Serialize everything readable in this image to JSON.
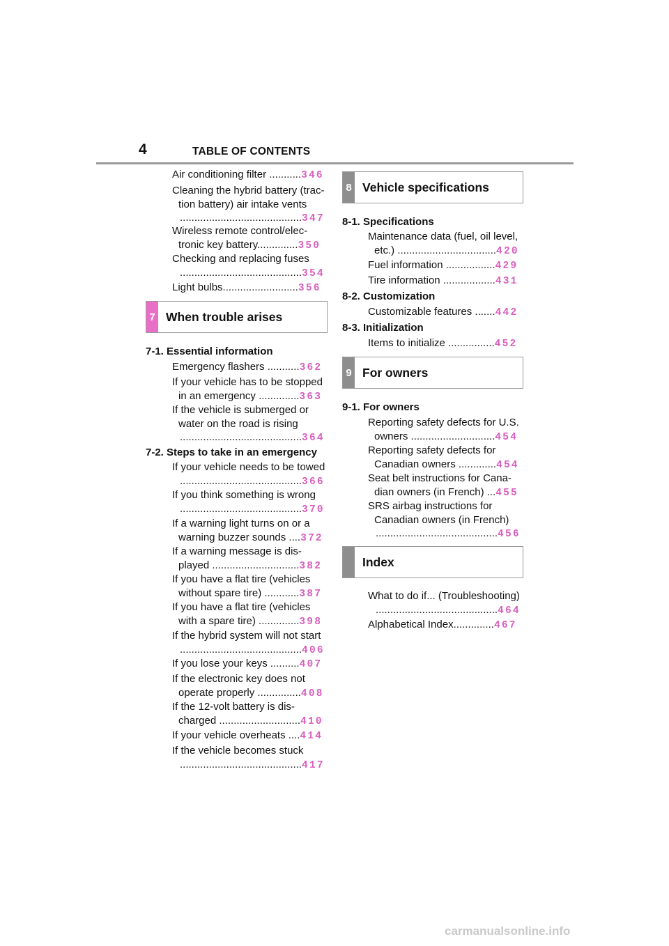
{
  "header": {
    "page_number": "4",
    "title": "TABLE OF CONTENTS"
  },
  "left": {
    "top_entries": [
      {
        "line1": "Air conditioning filter ...........",
        "line2": "",
        "page": "346"
      },
      {
        "line1": "Cleaning the hybrid battery (trac-",
        "line2": "tion battery) air intake vents",
        "line3": "..........................................",
        "page": "347"
      },
      {
        "line1": "Wireless remote control/elec-",
        "line2": "tronic key battery..............",
        "page": "350"
      },
      {
        "line1": "Checking and replacing fuses",
        "line2": "..........................................",
        "page": "354"
      },
      {
        "line1": "Light bulbs..........................",
        "line2": "",
        "page": "356"
      }
    ],
    "chapter7": {
      "number": "7",
      "title": "When trouble arises"
    },
    "sec71": "7-1.  Essential information",
    "sec71_entries": [
      {
        "line1": "Emergency flashers ...........",
        "page": "362"
      },
      {
        "line1": "If your vehicle has to be stopped",
        "line2": "in an emergency ..............",
        "page": "363"
      },
      {
        "line1": "If the vehicle is submerged or",
        "line2": "water on the road is rising",
        "line3": "..........................................",
        "page": "364"
      }
    ],
    "sec72": "7-2.  Steps to take in an emergency",
    "sec72_entries": [
      {
        "line1": "If your vehicle needs to be towed",
        "line2": "..........................................",
        "page": "366"
      },
      {
        "line1": "If you think something is wrong",
        "line2": "..........................................",
        "page": "370"
      },
      {
        "line1": "If a warning light turns on or a",
        "line2": "warning buzzer sounds ....",
        "page": "372"
      },
      {
        "line1": "If a warning message is dis-",
        "line2": "played ..............................",
        "page": "382"
      },
      {
        "line1": "If you have a flat tire (vehicles",
        "line2": "without spare tire) ............",
        "page": "387"
      },
      {
        "line1": "If you have a flat tire (vehicles",
        "line2": "with a spare tire) ..............",
        "page": "398"
      },
      {
        "line1": "If the hybrid system will not start",
        "line2": "..........................................",
        "page": "406"
      },
      {
        "line1": "If you lose your keys ..........",
        "page": "407"
      },
      {
        "line1": "If the electronic key does not",
        "line2": "operate properly ...............",
        "page": "408"
      },
      {
        "line1": "If the 12-volt battery is dis-",
        "line2": "charged ............................",
        "page": "410"
      },
      {
        "line1": "If your vehicle overheats ....",
        "page": "414"
      },
      {
        "line1": "If the vehicle becomes stuck",
        "line2": "..........................................",
        "page": "417"
      }
    ]
  },
  "right": {
    "chapter8": {
      "number": "8",
      "title": "Vehicle specifications"
    },
    "sec81": "8-1.  Specifications",
    "sec81_entries": [
      {
        "line1": "Maintenance data (fuel, oil level,",
        "line2": "etc.) ..................................",
        "page": "420"
      },
      {
        "line1": "Fuel information .................",
        "page": "429"
      },
      {
        "line1": "Tire information ..................",
        "page": "431"
      }
    ],
    "sec82": "8-2.  Customization",
    "sec82_entries": [
      {
        "line1": "Customizable features .......",
        "page": "442"
      }
    ],
    "sec83": "8-3.  Initialization",
    "sec83_entries": [
      {
        "line1": "Items to initialize ................",
        "page": "452"
      }
    ],
    "chapter9": {
      "number": "9",
      "title": "For owners"
    },
    "sec91": "9-1.  For owners",
    "sec91_entries": [
      {
        "line1": "Reporting safety defects for U.S.",
        "line2": "owners .............................",
        "page": "454"
      },
      {
        "line1": "Reporting safety defects for",
        "line2": "Canadian owners .............",
        "page": "454"
      },
      {
        "line1": "Seat belt instructions for Cana-",
        "line2": "dian owners (in French) ...",
        "page": "455"
      },
      {
        "line1": "SRS airbag instructions for",
        "line2": "Canadian owners (in French)",
        "line3": "..........................................",
        "page": "456"
      }
    ],
    "index_chapter": {
      "title": "Index"
    },
    "index_entries": [
      {
        "line1": "What to do if... (Troubleshooting)",
        "line2": "..........................................",
        "page": "464"
      },
      {
        "line1": "Alphabetical Index..............",
        "page": "467"
      }
    ]
  },
  "watermark": "carmanualsonline.info",
  "colors": {
    "page_number": "#d95fbe",
    "chapter_tab_pink": "#e96fc6",
    "chapter_tab_gray": "#8e8e8e",
    "rule": "#9a9a9a"
  }
}
